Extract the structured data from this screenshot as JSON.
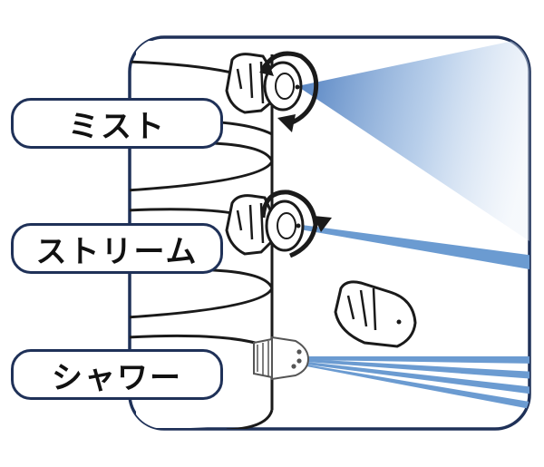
{
  "labels": {
    "mist": "ミスト",
    "stream": "ストリーム",
    "shower": "シャワー"
  },
  "colors": {
    "frame_border": "#1f3158",
    "spray_blue": "#6b9bd1",
    "outline": "#1a1a1a"
  },
  "icons": [
    "nozzle-mist-icon",
    "nozzle-stream-icon",
    "nozzle-cap-icon",
    "shower-nozzle-icon",
    "rotate-arrow-icon"
  ]
}
